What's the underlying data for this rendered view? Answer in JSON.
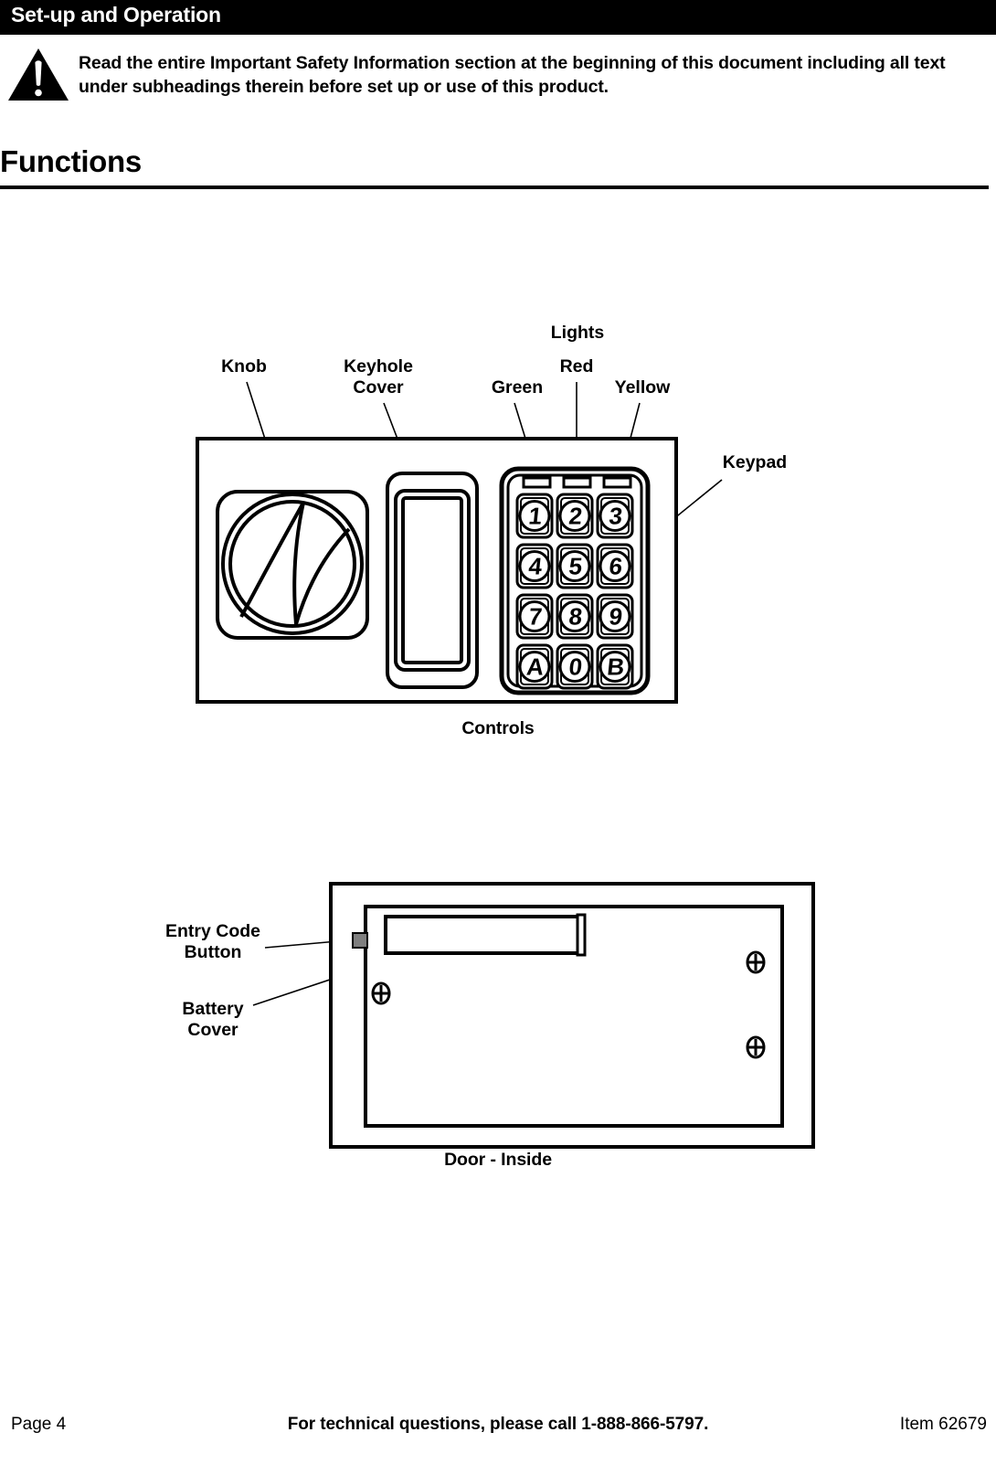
{
  "header": {
    "title": "Set-up and Operation"
  },
  "warning": {
    "icon": "warning-triangle-icon",
    "text": "Read the entire Important Safety Information section at the beginning of this document including all text under subheadings therein before set up or use of this product."
  },
  "section": {
    "heading": "Functions"
  },
  "figures": [
    {
      "id": "controls",
      "caption": "Controls",
      "labels": {
        "knob": "Knob",
        "keyhole_cover_line1": "Keyhole",
        "keyhole_cover_line2": "Cover",
        "lights": "Lights",
        "green": "Green",
        "red": "Red",
        "yellow": "Yellow",
        "keypad": "Keypad"
      },
      "keypad_keys": [
        [
          "1",
          "2",
          "3"
        ],
        [
          "4",
          "5",
          "6"
        ],
        [
          "7",
          "8",
          "9"
        ],
        [
          "A",
          "0",
          "B"
        ]
      ],
      "indicator_lights": [
        "Green",
        "Red",
        "Yellow"
      ]
    },
    {
      "id": "door-inside",
      "caption": "Door - Inside",
      "labels": {
        "entry_code_button_line1": "Entry Code",
        "entry_code_button_line2": "Button",
        "battery_cover_line1": "Battery",
        "battery_cover_line2": "Cover"
      },
      "screw_count": 3
    }
  ],
  "footer": {
    "page": "Page 4",
    "tech_support": "For technical questions, please call 1-888-866-5797.",
    "item": "Item 62679"
  },
  "colors": {
    "ink": "#000000",
    "paper": "#ffffff",
    "button_fill": "#7f7f7f"
  }
}
